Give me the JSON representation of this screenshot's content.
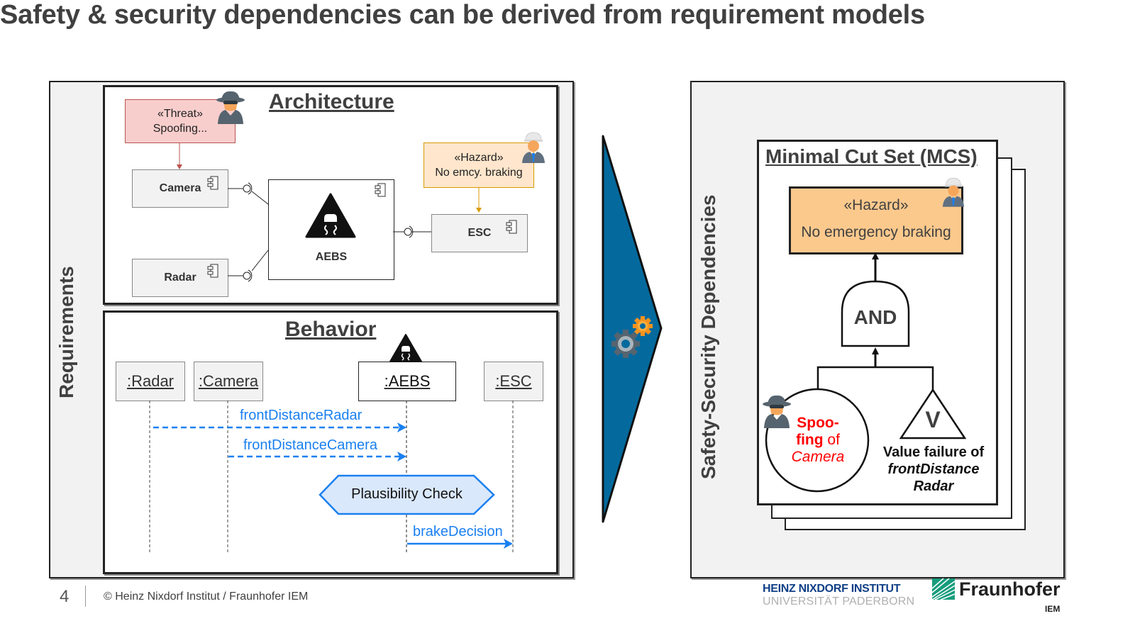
{
  "slide": {
    "title": "Safety & security dependencies can be derived from requirement models",
    "page_number": "4",
    "copyright": "© Heinz Nixdorf Institut / Fraunhofer IEM"
  },
  "left_panel": {
    "vertical_label": "Requirements",
    "architecture": {
      "title": "Architecture",
      "threat": {
        "stereotype": "«Threat»",
        "text": "Spoofing..."
      },
      "hazard": {
        "stereotype": "«Hazard»",
        "text": "No emcy. braking"
      },
      "components": [
        {
          "name": "Camera"
        },
        {
          "name": "Radar"
        },
        {
          "name": "AEBS"
        },
        {
          "name": "ESC"
        }
      ]
    },
    "behavior": {
      "title": "Behavior",
      "lifelines": [
        ":Radar",
        ":Camera",
        ":AEBS",
        ":ESC"
      ],
      "messages": [
        {
          "label": "frontDistanceRadar",
          "from": ":Radar",
          "to": ":AEBS",
          "style": "dashed"
        },
        {
          "label": "frontDistanceCamera",
          "from": ":Camera",
          "to": ":AEBS",
          "style": "dashed"
        },
        {
          "label": "brakeDecision",
          "from": ":AEBS",
          "to": ":ESC",
          "style": "solid"
        }
      ],
      "action": "Plausibility Check"
    }
  },
  "right_panel": {
    "vertical_label": "Safety-Security Dependencies",
    "mcs": {
      "title": "Minimal Cut Set (MCS)",
      "hazard": {
        "stereotype": "«Hazard»",
        "text": "No emergency braking"
      },
      "gate": "AND",
      "threat_event": {
        "line1": "Spoo-",
        "line2_bold": "fing",
        "line2_rest": " of",
        "line3": "Camera"
      },
      "failure_symbol": "V",
      "failure_event": {
        "line1": "Value failure of",
        "line2": "frontDistance",
        "line3": "Radar"
      }
    }
  },
  "logos": {
    "hni_line1": "HEINZ NIXDORF INSTITUT",
    "hni_line2": "UNIVERSITÄT PADERBORN",
    "fraunhofer": "Fraunhofer",
    "fraunhofer_sub": "IEM"
  },
  "colors": {
    "threat_fill": "#f8cecc",
    "threat_border": "#b85450",
    "hazard_fill": "#ffe6cc",
    "hazard_border": "#d79b00",
    "mcs_hazard_fill": "#fcc98d",
    "message_blue": "#1a80f0",
    "arrow_blue": "#046a9e",
    "red": "#ff0000",
    "hni_blue": "#0e3f86",
    "fraunhofer_green": "#179c7d"
  }
}
